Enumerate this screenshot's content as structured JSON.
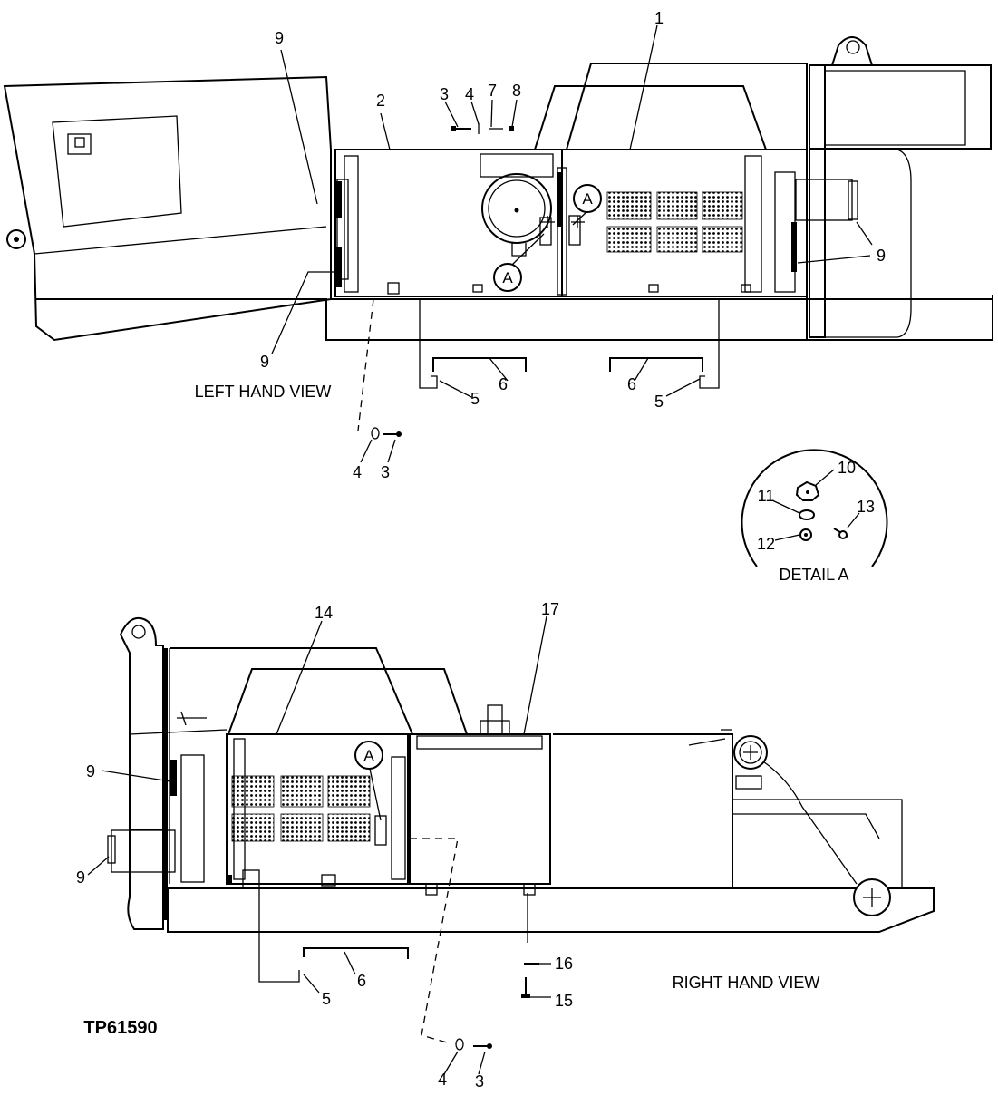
{
  "figure_id": "TP61590",
  "views": {
    "left": "LEFT HAND VIEW",
    "right": "RIGHT HAND VIEW",
    "detail": "DETAIL A"
  },
  "detail_marker": "A",
  "callouts": {
    "left_view": [
      "1",
      "2",
      "3",
      "4",
      "7",
      "8",
      "9",
      "9",
      "9",
      "6",
      "5",
      "6",
      "5",
      "4",
      "3"
    ],
    "detail_a": [
      "10",
      "11",
      "12",
      "13"
    ],
    "right_view": [
      "14",
      "17",
      "9",
      "9",
      "5",
      "6",
      "16",
      "15",
      "4",
      "3"
    ]
  }
}
